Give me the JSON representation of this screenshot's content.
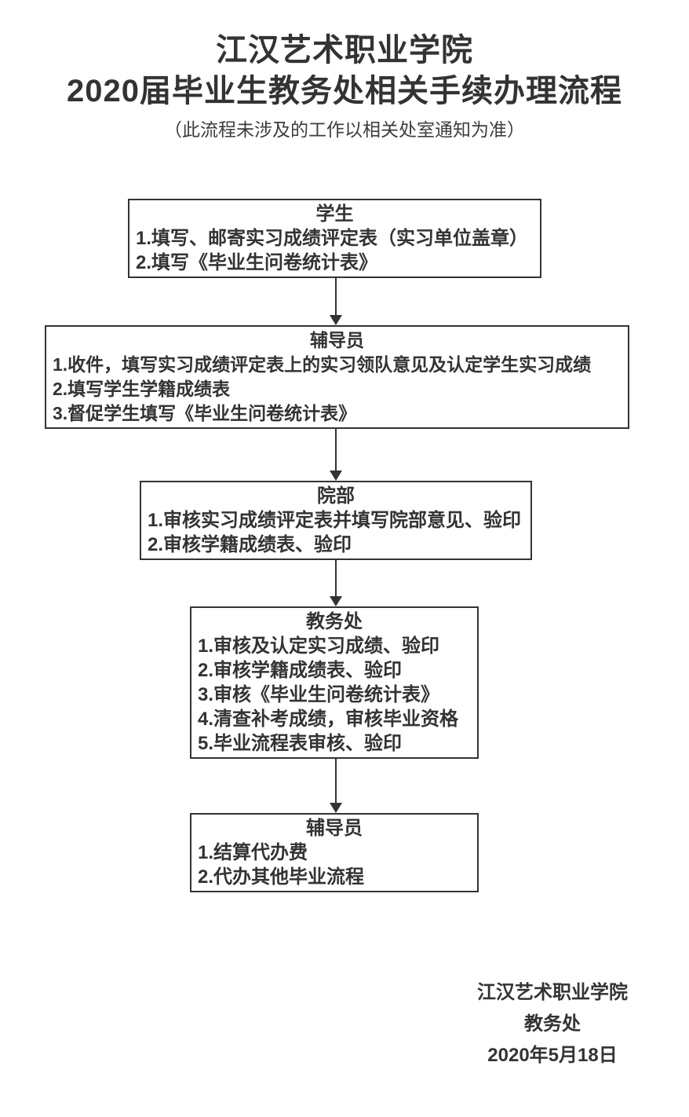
{
  "page": {
    "title_line1": "江汉艺术职业学院",
    "title_line2": "2020届毕业生教务处相关手续办理流程",
    "subtitle": "（此流程未涉及的工作以相关处室通知为准）"
  },
  "flow": {
    "boxes": [
      {
        "title": "学生",
        "items": [
          "1.填写、邮寄实习成绩评定表（实习单位盖章）",
          "2.填写《毕业生问卷统计表》"
        ]
      },
      {
        "title": "辅导员",
        "items": [
          "1.收件，填写实习成绩评定表上的实习领队意见及认定学生实习成绩",
          "2.填写学生学籍成绩表",
          "3.督促学生填写《毕业生问卷统计表》"
        ]
      },
      {
        "title": "院部",
        "items": [
          "1.审核实习成绩评定表并填写院部意见、验印",
          "2.审核学籍成绩表、验印"
        ]
      },
      {
        "title": "教务处",
        "items": [
          "1.审核及认定实习成绩、验印",
          "2.审核学籍成绩表、验印",
          "3.审核《毕业生问卷统计表》",
          "4.清查补考成绩，审核毕业资格",
          "5.毕业流程表审核、验印"
        ]
      },
      {
        "title": "辅导员",
        "items": [
          "1.结算代办费",
          "2.代办其他毕业流程"
        ]
      }
    ]
  },
  "footer": {
    "line1": "江汉艺术职业学院",
    "line2": "教务处",
    "line3": "2020年5月18日"
  },
  "colors": {
    "text": "#333333",
    "border": "#333333",
    "background": "#ffffff"
  }
}
